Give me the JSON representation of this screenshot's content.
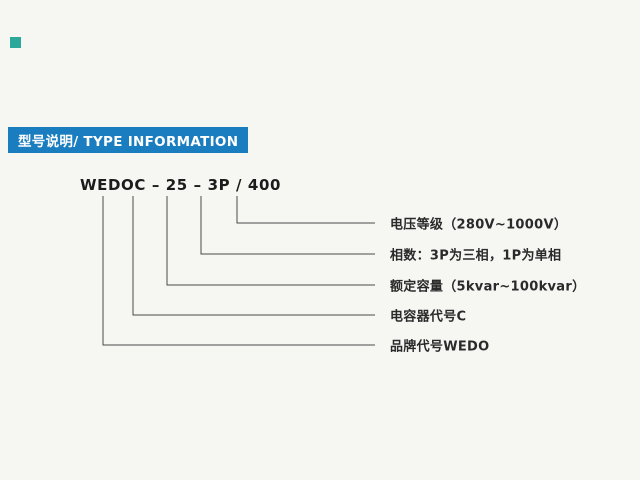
{
  "page": {
    "background_color": "#f6f6f3",
    "accent_teal": "#2ba89a",
    "banner_blue": "#1a7dbf",
    "line_color": "#4a4a4a"
  },
  "banner": {
    "title": "型号说明/ TYPE INFORMATION"
  },
  "model": {
    "code": "WEDOC – 25 – 3P / 400"
  },
  "legend": {
    "items": [
      {
        "label": "电压等级（280V~1000V）"
      },
      {
        "label": "相数：3P为三相，1P为单相"
      },
      {
        "label": "额定容量（5kvar~100kvar）"
      },
      {
        "label": "电容器代号C"
      },
      {
        "label": "品牌代号WEDO"
      }
    ]
  }
}
